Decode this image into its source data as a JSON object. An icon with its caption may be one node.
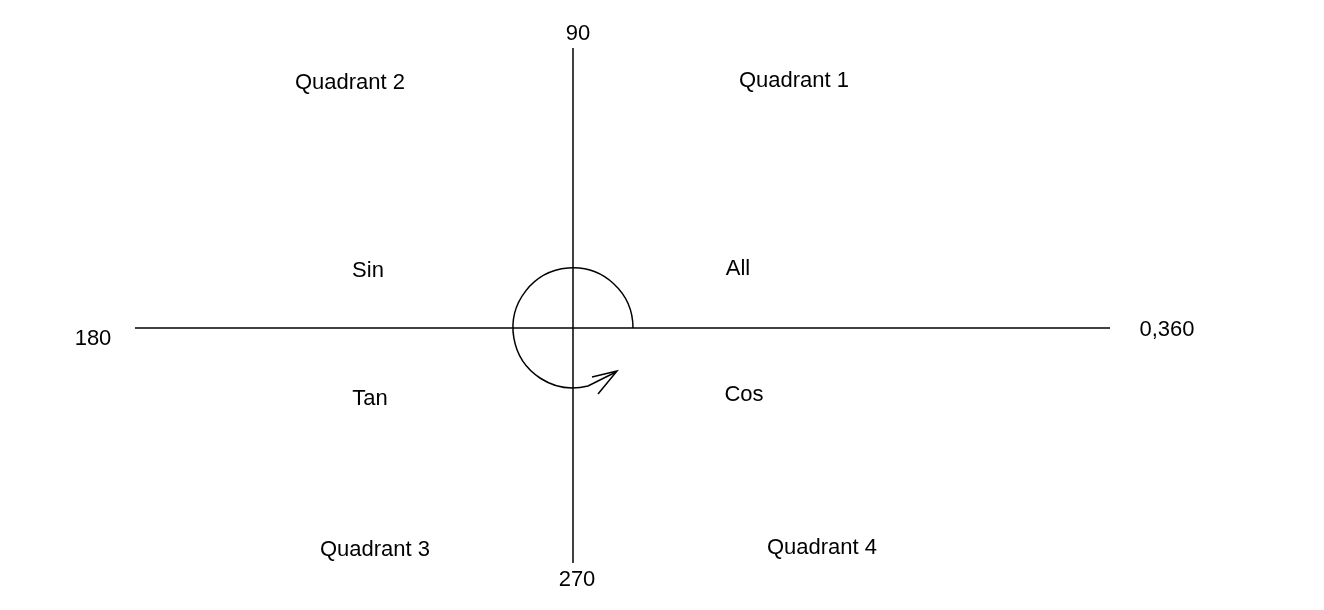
{
  "diagram": {
    "labels": [
      "90",
      "Quadrant 2",
      "Quadrant 1",
      "Sin",
      "All",
      "180",
      "0,360",
      "Tan",
      "Cos",
      "Quadrant 3",
      "Quadrant 4",
      "270"
    ]
  }
}
